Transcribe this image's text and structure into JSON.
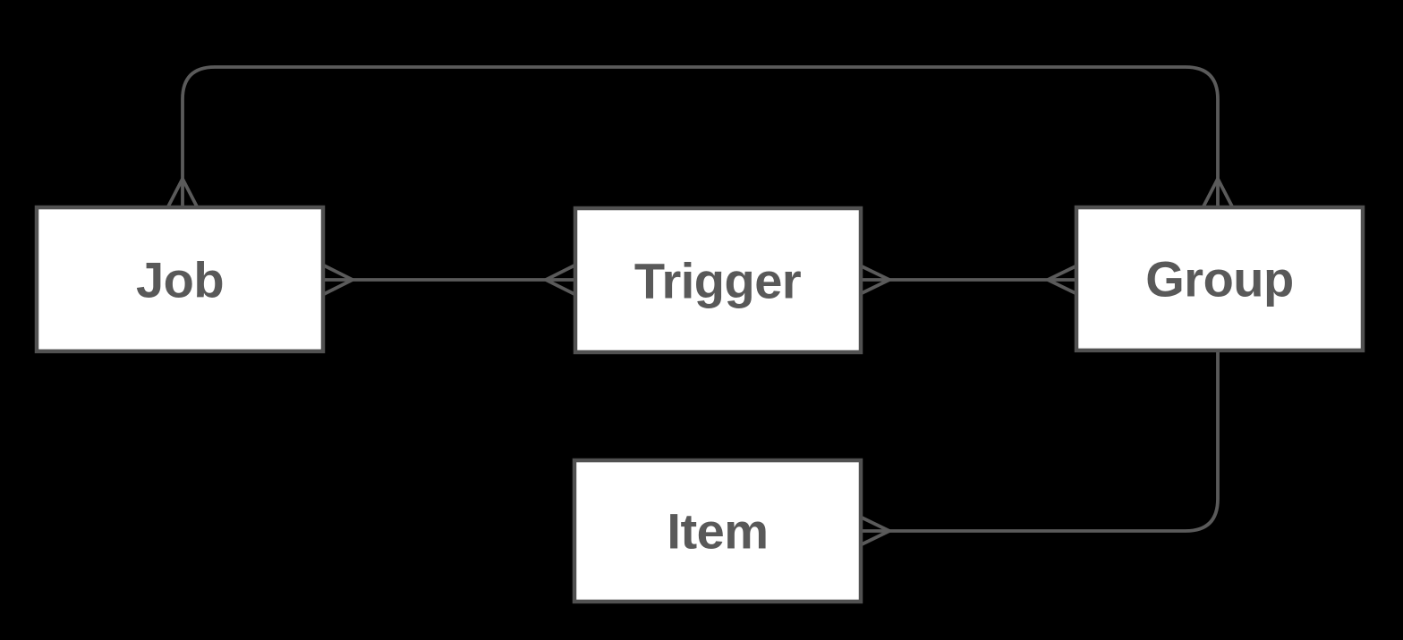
{
  "colors": {
    "background": "#000000",
    "node-fill": "#ffffff",
    "node-border": "#515151",
    "connector": "#5a5a5a",
    "label": "#595959"
  },
  "diagram": {
    "type": "entity-relationship",
    "nodes": [
      {
        "id": "job",
        "label": "Job"
      },
      {
        "id": "trigger",
        "label": "Trigger"
      },
      {
        "id": "group",
        "label": "Group"
      },
      {
        "id": "item",
        "label": "Item"
      }
    ],
    "edges": [
      {
        "from": "Job",
        "to": "Trigger",
        "cardinality": "many-to-many",
        "route": "horizontal"
      },
      {
        "from": "Trigger",
        "to": "Group",
        "cardinality": "many-to-many",
        "route": "horizontal"
      },
      {
        "from": "Job",
        "to": "Group",
        "cardinality": "many-to-many",
        "route": "over-the-top"
      },
      {
        "from": "Group",
        "to": "Item",
        "cardinality": "one-to-many",
        "route": "down-then-left"
      }
    ]
  }
}
